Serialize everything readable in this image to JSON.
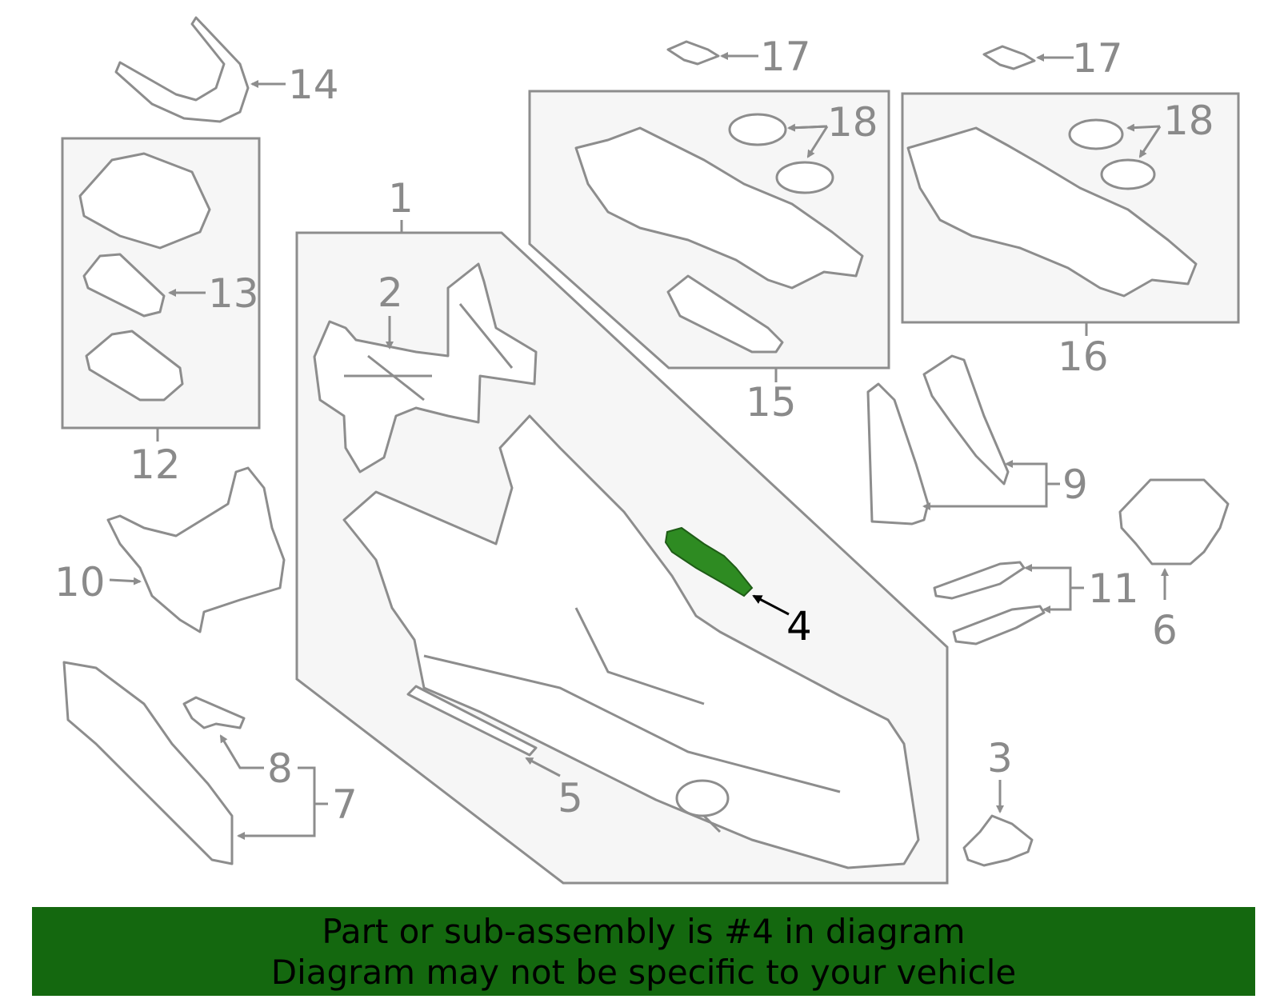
{
  "banner": {
    "line1": "Part or sub-assembly is #4 in diagram",
    "line2": "Diagram may not be specific to your vehicle",
    "background": "#14680f"
  },
  "highlight": {
    "part": "4",
    "color": "#2e8b22"
  },
  "callouts": {
    "c1": "1",
    "c2": "2",
    "c3": "3",
    "c4": "4",
    "c5": "5",
    "c6": "6",
    "c7": "7",
    "c8": "8",
    "c9": "9",
    "c10": "10",
    "c11": "11",
    "c12": "12",
    "c13": "13",
    "c14": "14",
    "c15": "15",
    "c16": "16",
    "c17a": "17",
    "c17b": "17",
    "c18a": "18",
    "c18b": "18"
  }
}
